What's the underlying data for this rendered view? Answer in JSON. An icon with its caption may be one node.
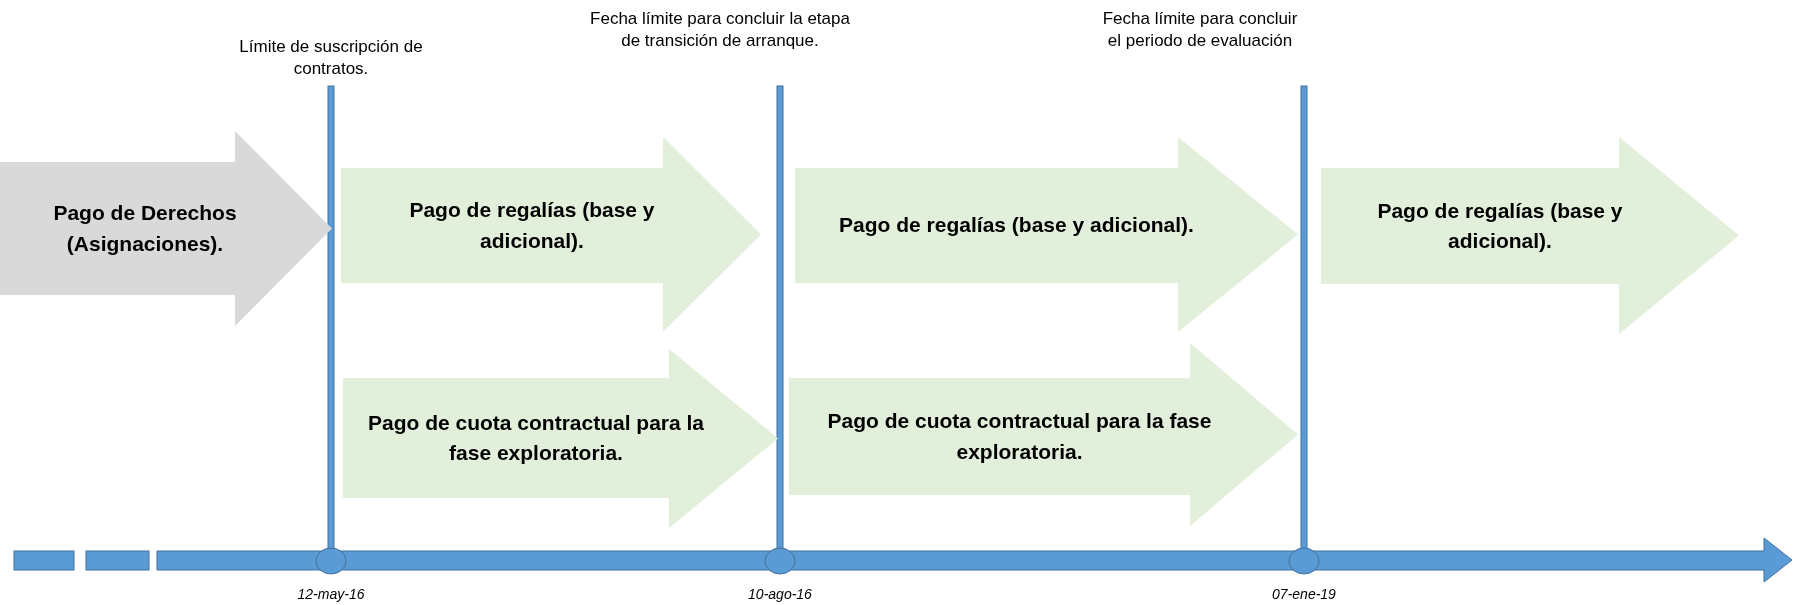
{
  "diagram": {
    "nodes": [
      {
        "text": [
          "Pago de Derechos (Asignaciones)."
        ]
      },
      {
        "text": [
          "Pago de regalías (base y adicional)."
        ]
      },
      {
        "text": [
          "Pago de cuota contractual para la fase exploratoria."
        ]
      },
      {
        "text": [
          "Pago de regalías (base y adicional)."
        ]
      },
      {
        "text": [
          "Pago de cuota contractual para la fase exploratoria."
        ]
      },
      {
        "text": [
          "Pago de regalías (base y adicional)."
        ]
      }
    ],
    "labels": [
      "Límite de suscripción de contratos.",
      "Fecha límite para concluir la etapa de transición de arranque.",
      "Fecha límite para concluir el periodo de evaluación",
      "12-may-16",
      "10-ago-16",
      "07-ene-19"
    ]
  }
}
